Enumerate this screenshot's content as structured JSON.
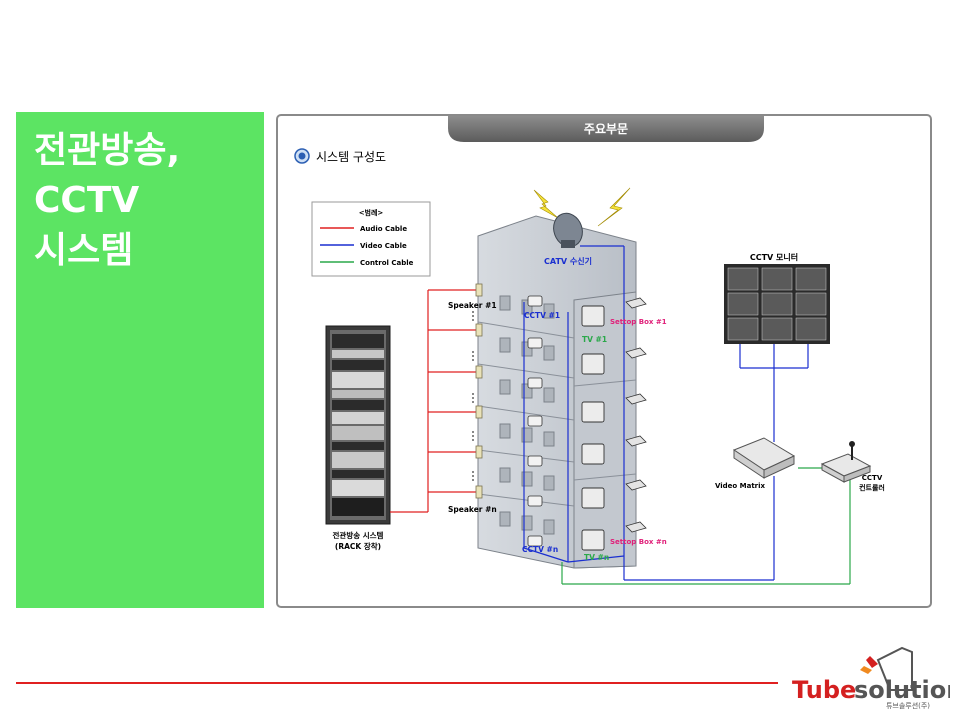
{
  "slide_title": "전관방송,\nCCTV\n시스템",
  "tab_label": "주요부문",
  "section_title": "시스템 구성도",
  "legend": {
    "title": "<범례>",
    "items": [
      {
        "label": "Audio Cable",
        "color": "#e02020"
      },
      {
        "label": "Video Cable",
        "color": "#1a2fd0"
      },
      {
        "label": "Control Cable",
        "color": "#2aa84a"
      }
    ]
  },
  "labels": {
    "catv": "CATV 수신기",
    "speaker_first": "Speaker #1",
    "speaker_last": "Speaker #n",
    "cctv_first": "CCTV #1",
    "cctv_last": "CCTV #n",
    "tv_first": "TV #1",
    "tv_last": "TV #n",
    "settop_first": "Settop Box #1",
    "settop_last": "Settop Box #n",
    "monitor": "CCTV 모니터",
    "matrix": "Video Matrix",
    "controller_1": "CCTV",
    "controller_2": "컨트롤러",
    "rack_1": "전관방송 시스템",
    "rack_2": "(RACK 장착)"
  },
  "logo": {
    "brand_part1": "Tube",
    "brand_part2": "solution",
    "company": "튜브솔루션(주)"
  },
  "colors": {
    "panel_green": "#5ce463",
    "audio": "#e02020",
    "video": "#1a2fd0",
    "control": "#2aa84a",
    "brand_red": "#d42020",
    "brand_gray": "#555555"
  }
}
